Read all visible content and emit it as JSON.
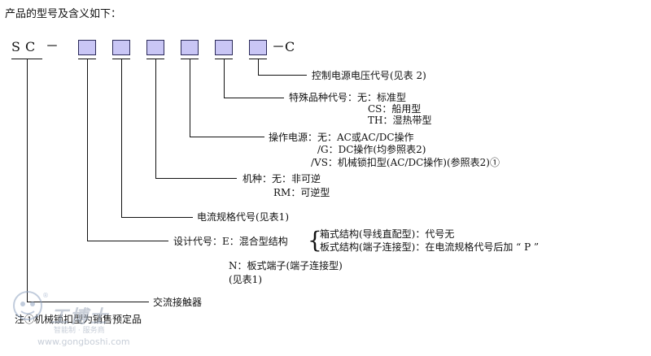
{
  "heading": "产品的型号及含义如下：",
  "code": {
    "prefix": "SC",
    "dash": "－",
    "suffix": "－C"
  },
  "labels": {
    "control_voltage": "控制电源电压代号(见表 2)",
    "special_product": "特殊品种代号：无：标准型",
    "special_cs": "CS：船用型",
    "special_th": "TH：湿热带型",
    "op_power": "操作电源：无：AC或AC/DC操作",
    "op_g": "/G：DC操作(均参照表2)",
    "op_vs": "/VS：机械锁扣型(AC/DC操作)(参照表2)①",
    "mech_type": "机种：无：非可逆",
    "mech_rm": "RM：可逆型",
    "current_code": "电流规格代号(见表1)",
    "design_code": "设计代号：E：混合型结构",
    "design_box": "箱式结构(导线直配型)：代号无",
    "design_board": "板式结构(端子连接型)：在电流规格代号后加 “ P ”",
    "design_n": "N：板式端子(端子连接型)",
    "design_n_ref": "(见表1)",
    "ac_contactor": "交流接触器",
    "note": "注①机械锁扣型为销售预定品"
  },
  "colors": {
    "box_fill": "#c9c6f5",
    "box_border": "#2b2a5a",
    "text": "#111111"
  },
  "watermark": {
    "brand": "工博士",
    "slogan": "智能制 · 服务商",
    "url": "www.gongboshi.com"
  }
}
